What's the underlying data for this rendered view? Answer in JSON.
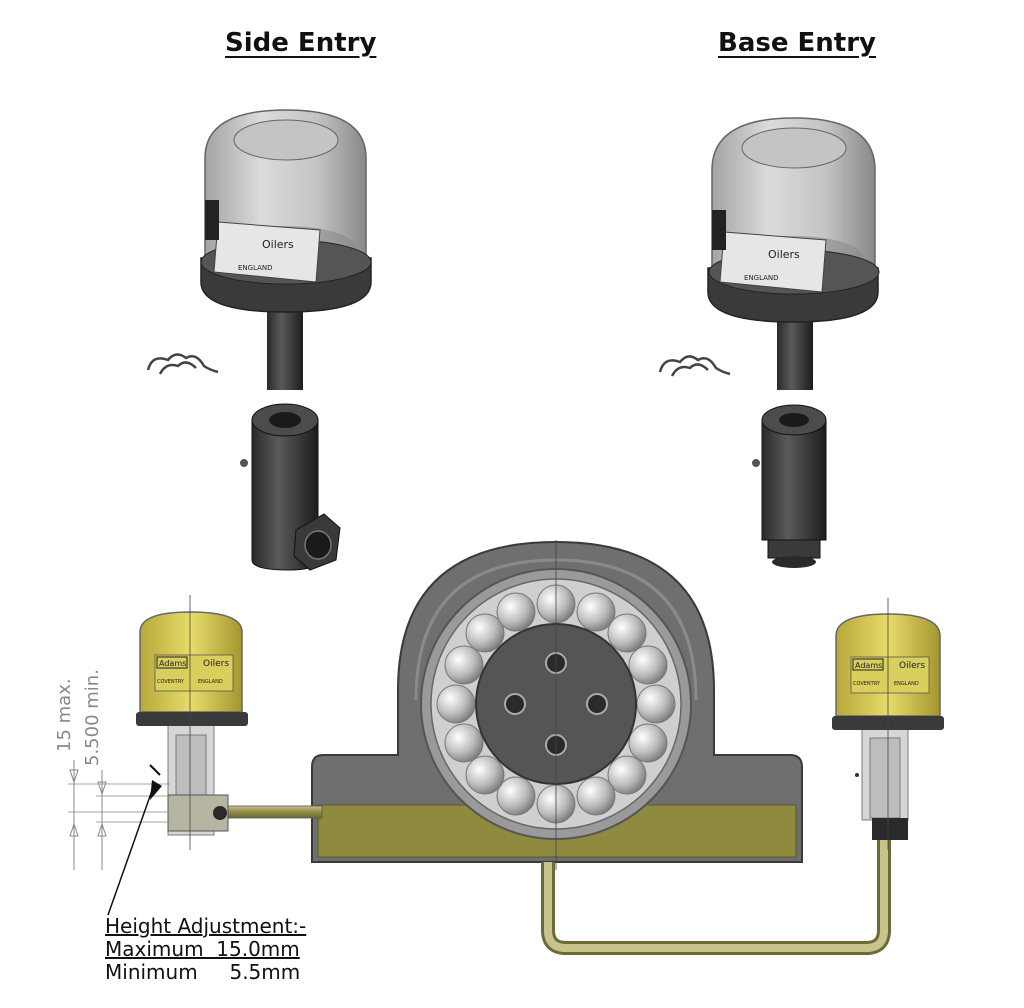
{
  "headings": {
    "side_entry": "Side Entry",
    "base_entry": "Base Entry"
  },
  "oiler_label": {
    "brand": "Oilers",
    "country": "ENGLAND",
    "small_brand": "Adams",
    "small_city": "COVENTRY",
    "small_country": "ENGLAND"
  },
  "dimensions": {
    "max_label": "15 max.",
    "min_label": "5.500 min."
  },
  "height_note": {
    "title": "Height Adjustment:-",
    "maximum": "Maximum  15.0mm",
    "minimum": "Minimum     5.5mm"
  }
}
